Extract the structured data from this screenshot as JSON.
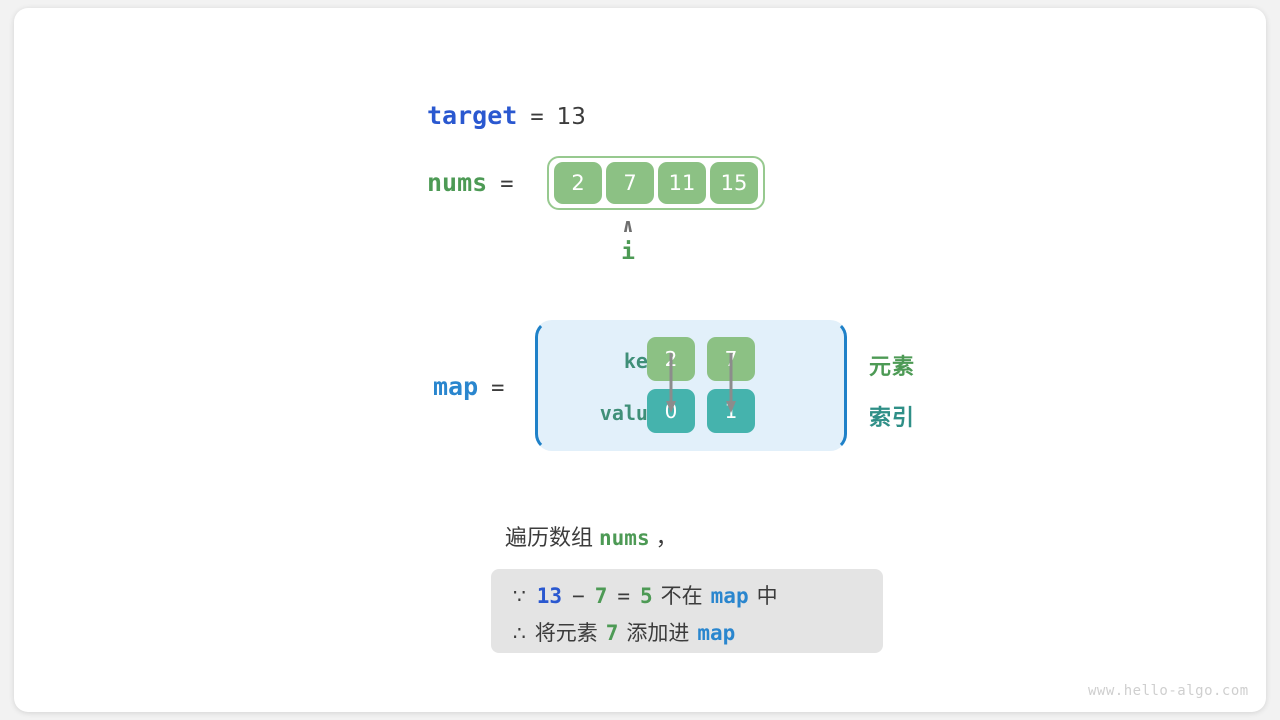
{
  "target": {
    "name": "target",
    "equals": "=",
    "value": "13"
  },
  "nums": {
    "name": "nums",
    "equals": "=",
    "cells": [
      "2",
      "7",
      "11",
      "15"
    ],
    "pointer": {
      "caret": "∧",
      "label": "i",
      "index": 1
    }
  },
  "map": {
    "name": "map",
    "equals": "=",
    "key_label": "key",
    "value_label": "value",
    "keys": [
      "2",
      "7"
    ],
    "values": [
      "0",
      "1"
    ],
    "side_labels": {
      "element": "元素",
      "index": "索引"
    }
  },
  "caption": {
    "prefix": "遍历数组",
    "keyword": "nums",
    "suffix": "，"
  },
  "note": {
    "line1": {
      "symbol": "∵",
      "a": "13",
      "op1": "−",
      "b": "7",
      "op2": "=",
      "result": "5",
      "text1": "不在",
      "map": "map",
      "text2": "中"
    },
    "line2": {
      "symbol": "∴",
      "text1": "将元素",
      "num": "7",
      "text2": "添加进",
      "map": "map"
    }
  },
  "watermark": "www.hello-algo.com",
  "colors": {
    "target_blue": "#2a58d0",
    "nums_green": "#4d9a55",
    "map_blue": "#2a86ce",
    "cell_green": "#8cc184",
    "cell_teal": "#45b3ad",
    "map_box_fill": "#e2f0fa",
    "map_box_border": "#1f81c8",
    "note_box_fill": "#e4e4e4"
  }
}
